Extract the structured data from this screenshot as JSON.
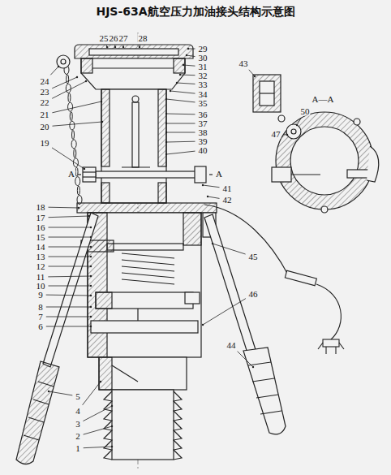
{
  "diagram": {
    "title": "HJS-63A航空压力加油接头结构示意图",
    "labels": [
      "25",
      "26",
      "27",
      "28",
      "29",
      "30",
      "31",
      "32",
      "43",
      "33",
      "34",
      "35",
      "36",
      "37",
      "38",
      "39",
      "40",
      "24",
      "23",
      "22",
      "21",
      "20",
      "19",
      "18",
      "17",
      "16",
      "15",
      "14",
      "13",
      "12",
      "11",
      "10",
      "9",
      "8",
      "7",
      "6",
      "5",
      "4",
      "3",
      "2",
      "1",
      "A",
      "A",
      "41",
      "42",
      "45",
      "46",
      "44",
      "A—A",
      "47",
      "50"
    ]
  }
}
